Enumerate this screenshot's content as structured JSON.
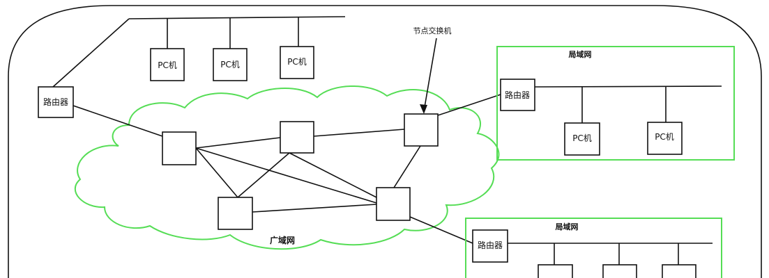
{
  "colors": {
    "line": "#111111",
    "lan_border": "#55dd55",
    "cloud": "#55dd55",
    "background": "#ffffff"
  },
  "labels": {
    "wan": "广域网",
    "node_switch": "节点交换机",
    "lan_right_top": "局域网",
    "lan_right_bottom": "局域网"
  },
  "router_label": "路由器",
  "pc_label": "PC机",
  "routers": [
    {
      "id": "left",
      "label": "路由器"
    },
    {
      "id": "lan1",
      "label": "路由器"
    },
    {
      "id": "lan2",
      "label": "路由器"
    }
  ],
  "pcs_top_left": [
    {
      "label": "PC机"
    },
    {
      "label": "PC机"
    },
    {
      "label": "PC机"
    }
  ],
  "pcs_lan1": [
    {
      "label": "PC机"
    },
    {
      "label": "PC机"
    }
  ],
  "switch_count": 5
}
